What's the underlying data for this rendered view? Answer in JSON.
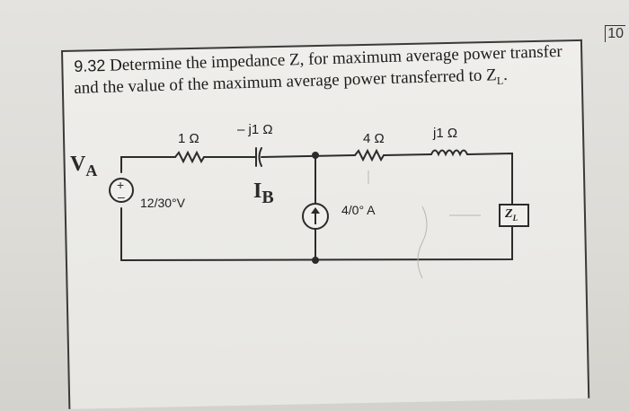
{
  "problem": {
    "number": "9.32",
    "line1": "Determine the impedance Z, for maximum average power transfer",
    "line2": "and the value of the maximum average power transferred to Z",
    "line2_sub": "L",
    "line2_end": "."
  },
  "circuit": {
    "r1": "1 Ω",
    "cap": "– j1 Ω",
    "r4": "4 Ω",
    "ind": "j1 Ω",
    "vsource": "12/30°V",
    "isource": "4/0° A",
    "load": "Z",
    "load_sub": "L"
  },
  "handwriting": {
    "va": "V",
    "va_sub": "A",
    "ib": "I",
    "ib_sub": "B"
  },
  "corner_note": "10"
}
